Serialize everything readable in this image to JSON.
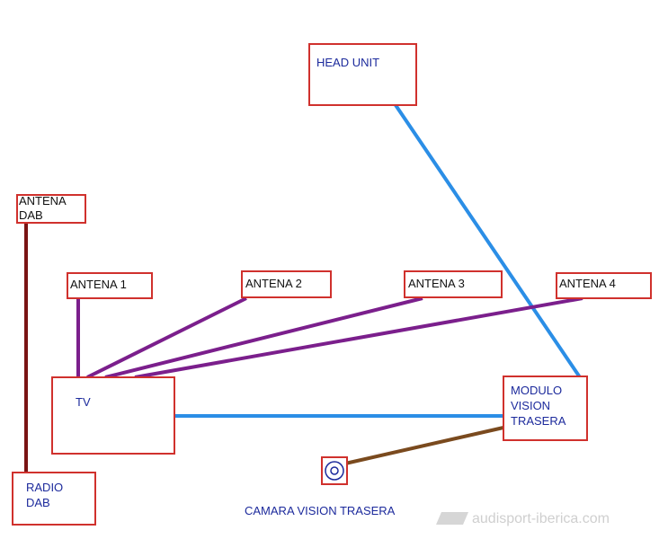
{
  "diagram": {
    "nodes": {
      "head_unit": "HEAD UNIT",
      "antena_dab": "ANTENA\nDAB",
      "antena_1": "ANTENA 1",
      "antena_2": "ANTENA 2",
      "antena_3": "ANTENA 3",
      "antena_4": "ANTENA 4",
      "tv": "TV",
      "modulo": "MODULO\nVISION\nTRASERA",
      "radio_dab": "RADIO\nDAB",
      "camara": "CAMARA VISION TRASERA"
    },
    "colors": {
      "box_border": "#d0312d",
      "link_blue": "#2b8ee6",
      "link_purple": "#7b1f8c",
      "link_dark_red": "#7a1414",
      "link_brown": "#7a4a1e",
      "label_blue": "#1c2a9c"
    },
    "edges": [
      {
        "from": "head_unit",
        "to": "modulo",
        "color": "blue"
      },
      {
        "from": "tv",
        "to": "modulo",
        "color": "blue"
      },
      {
        "from": "antena_1",
        "to": "tv",
        "color": "purple"
      },
      {
        "from": "antena_2",
        "to": "tv",
        "color": "purple"
      },
      {
        "from": "antena_3",
        "to": "tv",
        "color": "purple"
      },
      {
        "from": "antena_4",
        "to": "tv",
        "color": "purple"
      },
      {
        "from": "antena_dab",
        "to": "radio_dab",
        "color": "dark-red"
      },
      {
        "from": "camara",
        "to": "modulo",
        "color": "brown"
      }
    ]
  },
  "watermark": "audisport-iberica.com"
}
